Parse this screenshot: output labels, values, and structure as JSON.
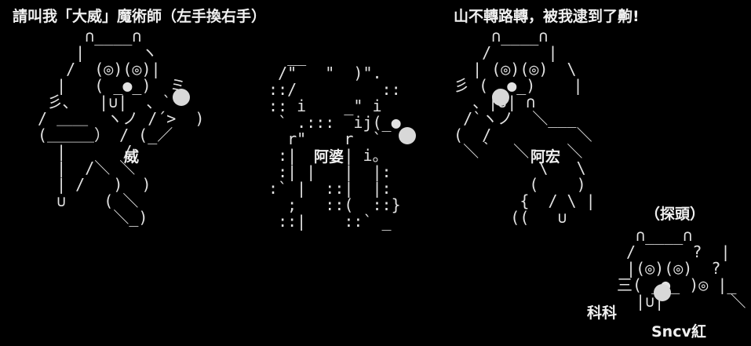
{
  "captions": {
    "left": "請叫我「大威」魔術師（左手換右手）",
    "right": "山不轉路轉，被我逮到了齁!"
  },
  "labels": {
    "wei": "威",
    "ahpo": "阿婆",
    "ahhong": "阿宏",
    "peek": "（探頭）",
    "keke": "科科",
    "signature": "Sncv紅"
  },
  "art": {
    "left_bear": "     ∩____∩\n    |      ヽ\n   /  (◎)(◎)|\n  |   ( _●_)  ミ\n 彡､   |∪|  、`\n/ ＿＿  ヽノ /´>  )\n(＿＿＿） / (_／\n  |      /\n  |  /＼ ＼\n  | /   )  )\n  ∪    ( ＼\n        ＼_)",
    "middle_granny": "   __\n  /\"   \"  )\".\n ::/         ::\n :: i    _\" i\n  ` .:::  ij(_●\n   r\"    r  `\n  :|     | i。\n  :| |   |  |:\n :` |  ::|  |:\n   ;   ::(  ::}\n  ::|    ::` _",
    "right_bear": "     ∩____∩\n    /      |\n   | (◎)(◎)  \\\n 彡 ( _●_)    |\n   、|∪| ∩\n  /`ヽノ  ＼___\n (  /         ＼\n  ＼｀  ＼    ＼\n          \\   \\\n         (    )\n        {  / \\ |\n       ((   ∪",
    "peek_bear": "  ∩____∩\n /      ?  |\n |(◎)(◎)  ?\n三( _●_ )◎ |_\n  |∪|       ＼"
  }
}
